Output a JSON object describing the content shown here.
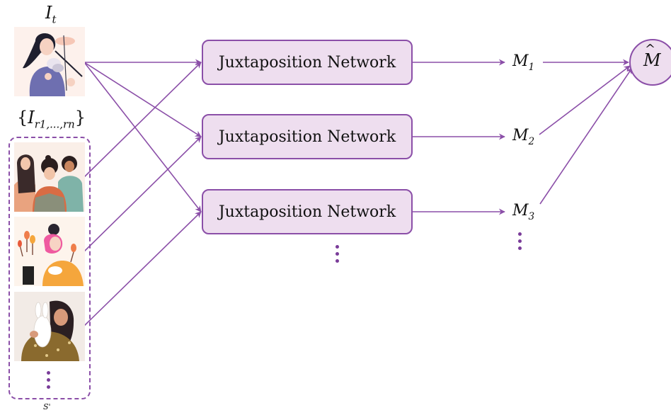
{
  "target_image": {
    "label_symbol": "I",
    "label_subscript": "t"
  },
  "reference_set": {
    "label_open": "{",
    "label_symbol": "I",
    "label_subscript": "r1,...,rn",
    "label_close": "}",
    "set_label": "S'",
    "more_indicator": "⋮"
  },
  "networks": [
    {
      "label": "Juxtaposition Network"
    },
    {
      "label": "Juxtaposition Network"
    },
    {
      "label": "Juxtaposition Network"
    }
  ],
  "outputs": [
    {
      "symbol": "M",
      "subscript": "1"
    },
    {
      "symbol": "M",
      "subscript": "2"
    },
    {
      "symbol": "M",
      "subscript": "3"
    }
  ],
  "aggregate": {
    "symbol": "M",
    "accent": "^"
  },
  "colors": {
    "accent": "#8b4fa8",
    "box_fill": "#eedeef",
    "text": "#111111"
  }
}
